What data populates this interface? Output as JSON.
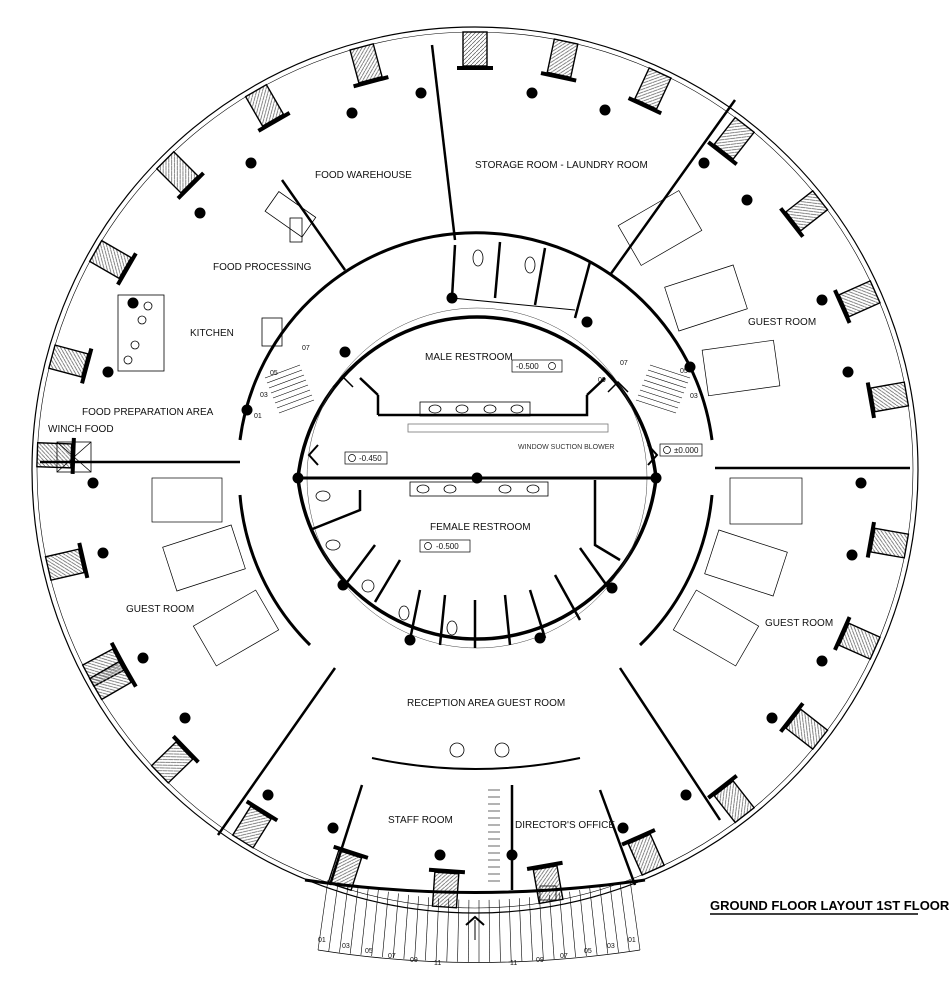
{
  "title": "GROUND FLOOR LAYOUT 1ST FLOOR",
  "rooms": {
    "food_warehouse": "FOOD WAREHOUSE",
    "storage_laundry": "STORAGE ROOM - LAUNDRY ROOM",
    "food_processing": "FOOD PROCESSING",
    "kitchen": "KITCHEN",
    "food_prep": "FOOD PREPARATION AREA",
    "winch_food": "WINCH FOOD",
    "male_restroom": "MALE RESTROOM",
    "female_restroom": "FEMALE RESTROOM",
    "guest_room_left": "GUEST ROOM",
    "guest_room_right_upper": "GUEST ROOM",
    "guest_room_right_lower": "GUEST ROOM",
    "reception": "RECEPTION AREA GUEST ROOM",
    "staff_room": "STAFF ROOM",
    "directors_office": "DIRECTOR'S OFFICE"
  },
  "labels": {
    "window_blower": "WINDOW SUCTION BLOWER"
  },
  "elevations": {
    "male": "-0.500",
    "female": "-0.500",
    "left": "-0.450",
    "right": "±0.000"
  },
  "stair_left_numbers": [
    "05",
    "07",
    "03",
    "01"
  ],
  "stair_right_numbers": [
    "09",
    "07",
    "05",
    "03"
  ],
  "stair_bottom_left": [
    "01",
    "03",
    "05",
    "07",
    "09",
    "11"
  ],
  "stair_bottom_right": [
    "11",
    "09",
    "07",
    "05",
    "03",
    "01"
  ]
}
